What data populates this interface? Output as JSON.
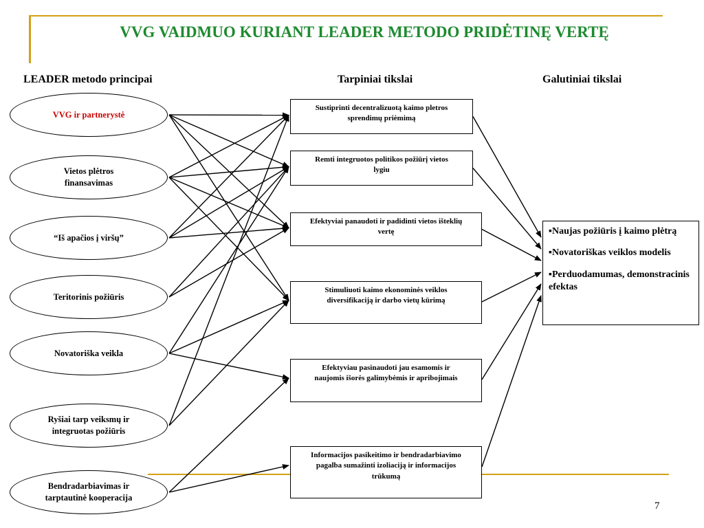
{
  "title": "VVG VAIDMUO KURIANT LEADER METODO PRIDĖTINĘ VERTĘ",
  "headers": {
    "principles": "LEADER metodo principai",
    "intermediate": "Tarpiniai tikslai",
    "final": "Galutiniai tikslai"
  },
  "colors": {
    "title": "#1d8a2f",
    "highlight": "#cc0000",
    "accent_line": "#d4a017"
  },
  "principles": [
    {
      "label": "VVG ir partnerystė",
      "highlight": true
    },
    {
      "label": "Vietos plėtros\nfinansavimas"
    },
    {
      "label": "“Iš apačios į viršų”"
    },
    {
      "label": "Teritorinis požiūris"
    },
    {
      "label": "Novatoriška veikla"
    },
    {
      "label": "Ryšiai tarp veiksmų ir\nintegruotas požiūris"
    },
    {
      "label": "Bendradarbiavimas ir\ntarptautinė kooperacija"
    }
  ],
  "intermediate_goals": [
    {
      "label": "Sustiprinti decentralizuotą kaimo pletros\nsprendimų priėmimą"
    },
    {
      "label": "Remti integruotos politikos požiūrį vietos\nlygiu"
    },
    {
      "label": "Efektyviai panaudoti ir padidinti vietos išteklių\nvertę"
    },
    {
      "label": "Stimuliuoti kaimo ekonominės veiklos\ndiversifikaciją ir darbo vietų kūrimą"
    },
    {
      "label": "Efektyviau pasinaudoti jau esamomis ir\nnaujomis išorės galimybėmis ir apribojimais"
    },
    {
      "label": "Informacijos pasikeitimo ir bendradarbiavimo\npagalba sumažinti izoliaciją ir informacijos\ntrūkumą"
    }
  ],
  "final_goals": [
    {
      "bullet": "▪",
      "label": "Naujas požiūris į kaimo plėtrą"
    },
    {
      "bullet": "▪",
      "label": "Novatoriškas veiklos modelis"
    },
    {
      "bullet": "▪",
      "label": "Perduodamumas, demonstracinis efektas"
    }
  ],
  "connections": [
    [
      0,
      0
    ],
    [
      0,
      1
    ],
    [
      0,
      2
    ],
    [
      0,
      3
    ],
    [
      1,
      0
    ],
    [
      1,
      1
    ],
    [
      1,
      2
    ],
    [
      1,
      3
    ],
    [
      2,
      0
    ],
    [
      2,
      1
    ],
    [
      2,
      2
    ],
    [
      3,
      1
    ],
    [
      3,
      2
    ],
    [
      4,
      1
    ],
    [
      4,
      3
    ],
    [
      4,
      4
    ],
    [
      5,
      0
    ],
    [
      5,
      3
    ],
    [
      6,
      4
    ],
    [
      6,
      5
    ]
  ],
  "page_number": "7"
}
